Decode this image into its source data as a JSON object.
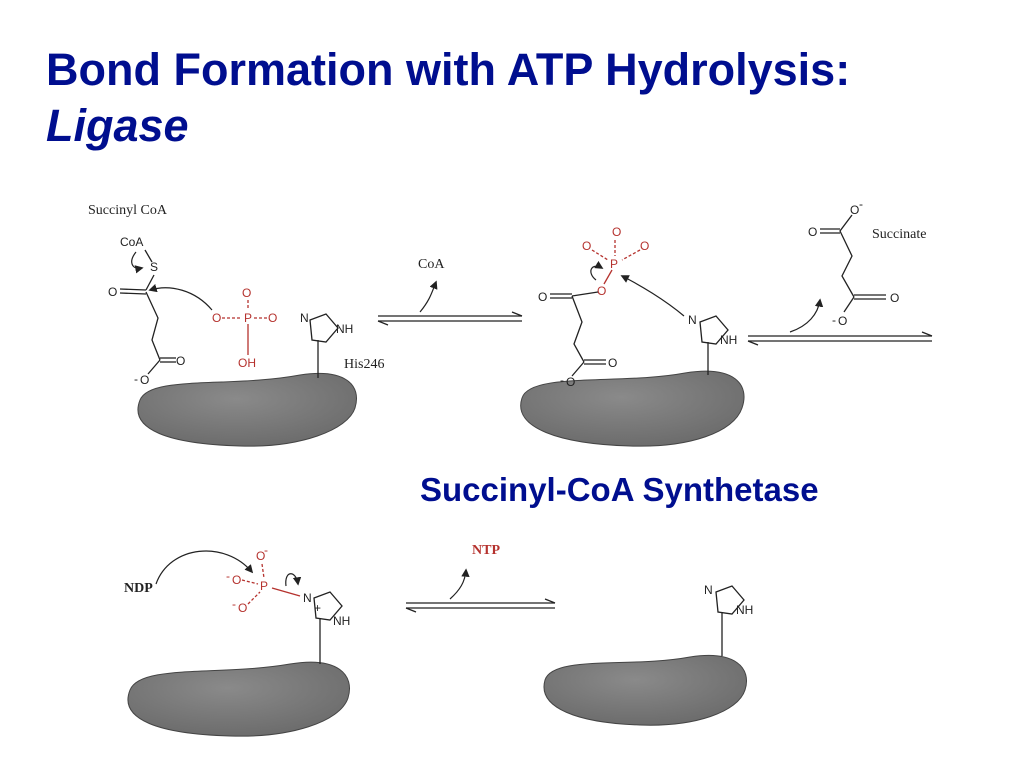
{
  "slide": {
    "title_line1": "Bond Formation with ATP Hydrolysis:",
    "title_line2": "Ligase",
    "subtitle": "Succinyl-CoA Synthetase"
  },
  "labels": {
    "succinyl_coa": "Succinyl CoA",
    "coa_group": "CoA",
    "sulfur": "S",
    "coa_released": "CoA",
    "succinate": "Succinate",
    "his": "His246",
    "ndp": "NDP",
    "ntp": "NTP",
    "phosphorus": "P",
    "oxygen": "O",
    "oxygen_minus": "O",
    "hydroxyl": "OH",
    "nitrogen": "N",
    "nh": "NH",
    "charge_minus": "-",
    "charge_plus": "+"
  },
  "colors": {
    "title": "#000e8f",
    "phosphate": "#b5322e",
    "enzyme": "#777777",
    "ink": "#222222"
  }
}
